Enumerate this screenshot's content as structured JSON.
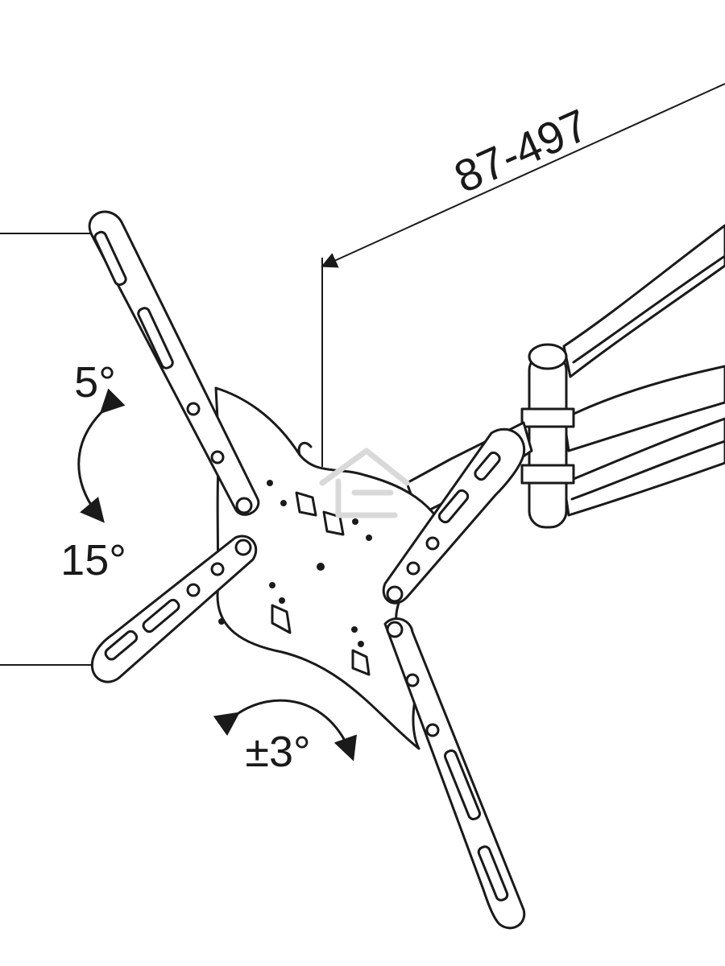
{
  "labels": {
    "extension": "87-497",
    "tilt_up": "5°",
    "tilt_down": "15°",
    "rotation": "±3°"
  },
  "colors": {
    "line": "#1a1a1a",
    "background": "#ffffff",
    "watermark": "#d9d9d9"
  },
  "icons": {
    "watermark": "house-logo-watermark"
  }
}
